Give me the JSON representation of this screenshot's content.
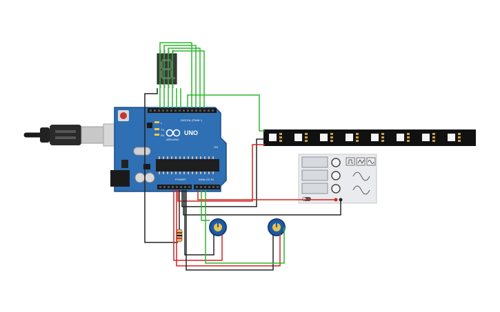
{
  "board": {
    "brand": "ARDUINO",
    "model": "UNO",
    "digital_header_label": "DIGITAL (PWM~)",
    "power_header_label": "POWER",
    "analog_header_label": "ANALOG IN",
    "tx_label": "TX",
    "rx_label": "RX",
    "l_label": "L",
    "on_label": "ON"
  },
  "colors": {
    "board": "#2f6fb3",
    "board_edge": "#1d4f86",
    "wire_green": "#2bb52b",
    "wire_red": "#d42020",
    "wire_black": "#222222",
    "led_strip": "#111111",
    "pot_body": "#1c5aa8",
    "function_generator": "#e9ebee"
  },
  "components": {
    "seven_segment": "seven-segment-display",
    "led_strip": "neopixel-led-strip",
    "function_generator": "function-generator",
    "potentiometers": [
      "potentiometer-1",
      "potentiometer-2"
    ],
    "resistor": "resistor",
    "usb_cable": "usb-cable"
  }
}
